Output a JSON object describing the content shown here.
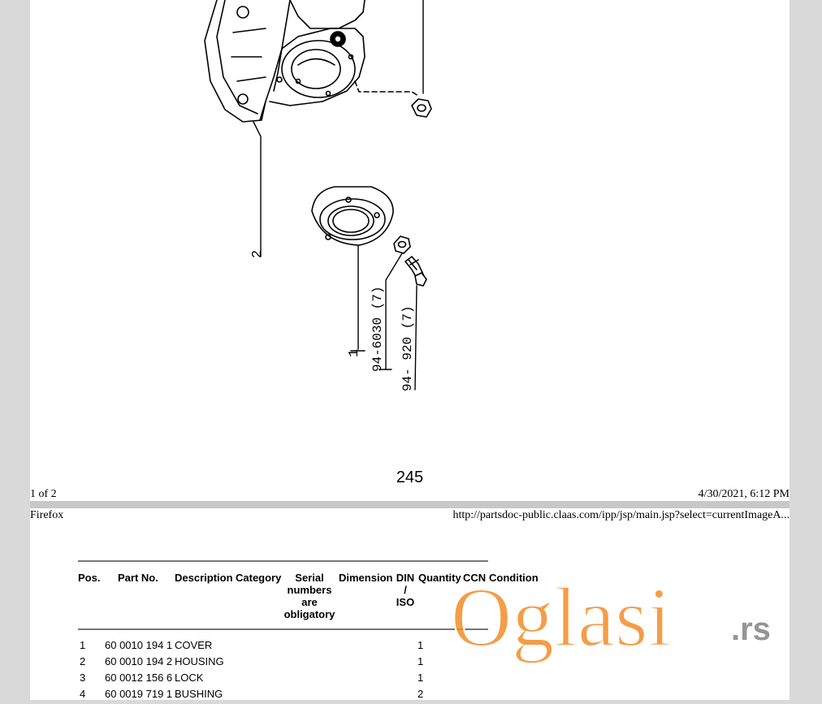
{
  "drawing": {
    "callouts": {
      "pos2": "2",
      "pos1": "1",
      "ref_a": "94-6030 (7)",
      "ref_b": "94- 920 (7)"
    },
    "page_number": "245"
  },
  "print_footer": {
    "page_of": "1 of 2",
    "datetime": "4/30/2021, 6:12 PM"
  },
  "print_header": {
    "app": "Firefox",
    "url": "http://partsdoc-public.claas.com/ipp/jsp/main.jsp?select=currentImageA..."
  },
  "parts_table": {
    "headers": {
      "pos": "Pos.",
      "part_no": "Part No.",
      "description": "Description",
      "category": "Category",
      "serial": "Serial numbers are obligatory",
      "dimension": "Dimension",
      "din_iso": "DIN / ISO",
      "quantity": "Quantity",
      "ccn": "CCN",
      "condition": "Condition"
    },
    "rows": [
      {
        "pos": "1",
        "part_no": "60 0010 194 1",
        "description": "COVER",
        "quantity": "1"
      },
      {
        "pos": "2",
        "part_no": "60 0010 194 2",
        "description": "HOUSING",
        "quantity": "1"
      },
      {
        "pos": "3",
        "part_no": "60 0012 156 6",
        "description": "LOCK",
        "quantity": "1"
      },
      {
        "pos": "4",
        "part_no": "60 0019 719 1",
        "description": "BUSHING",
        "quantity": "2"
      }
    ]
  },
  "watermark": {
    "text": "Oglasi",
    "suffix": ".rs",
    "colors": {
      "main": "#f28c28",
      "suffix": "#8a8a8a"
    }
  }
}
